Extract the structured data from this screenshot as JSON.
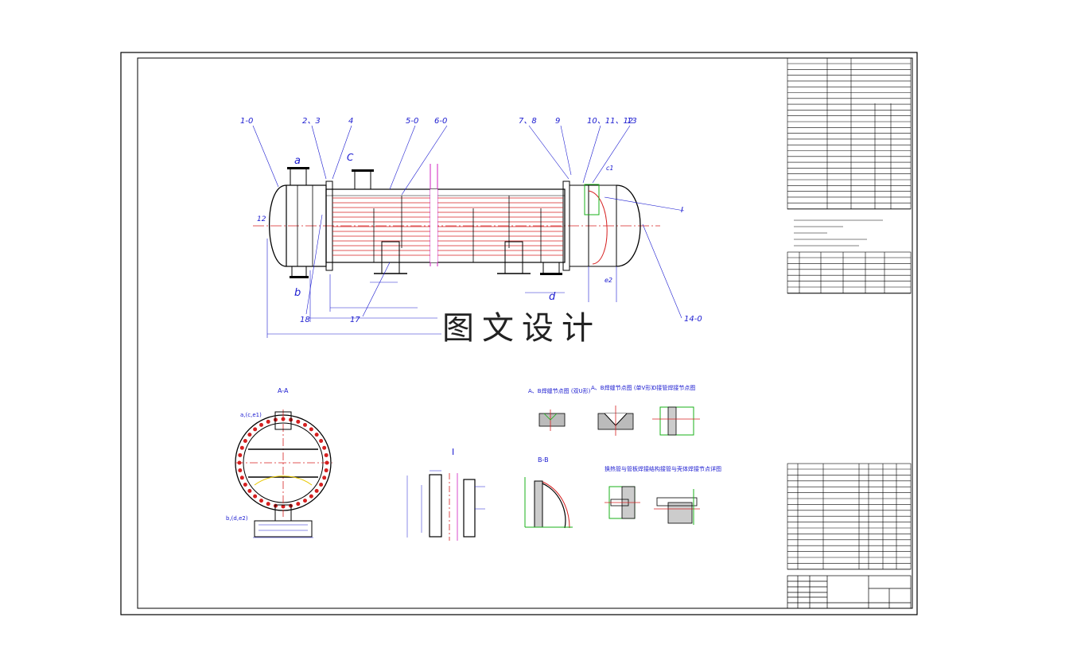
{
  "watermark": "图文设计",
  "main_view": {
    "part_labels": [
      "1-0",
      "2、3",
      "4",
      "5-0",
      "6-0",
      "7、8",
      "9",
      "10、11、12",
      "13",
      "14-0",
      "17",
      "18",
      "I"
    ],
    "nozzle_labels": [
      "a",
      "b",
      "C",
      "c1",
      "d",
      "e2",
      "12"
    ]
  },
  "views": {
    "section_aa": {
      "title": "A-A",
      "top_label": "a,(c,e1)",
      "bottom_label": "b,(d,e2)"
    },
    "detail_i": {
      "title": "I"
    },
    "section_bb": {
      "title": "B-B"
    },
    "weld_a": {
      "title": "A、B焊缝节点图 (双U形)"
    },
    "weld_b": {
      "title": "A、B焊缝节点图 (单V形)"
    },
    "weld_d": {
      "title": "D接管焊接节点图"
    },
    "tube_joint": {
      "title": "换热管与管板焊接结构"
    },
    "nozzle_joint": {
      "title": "接管与壳体焊接节点详图"
    }
  },
  "colors": {
    "outline": "#000000",
    "dim": "#1a1ad0",
    "tube": "#d62020",
    "center": "#d62020",
    "green": "#18b018",
    "magenta": "#d020c0"
  }
}
